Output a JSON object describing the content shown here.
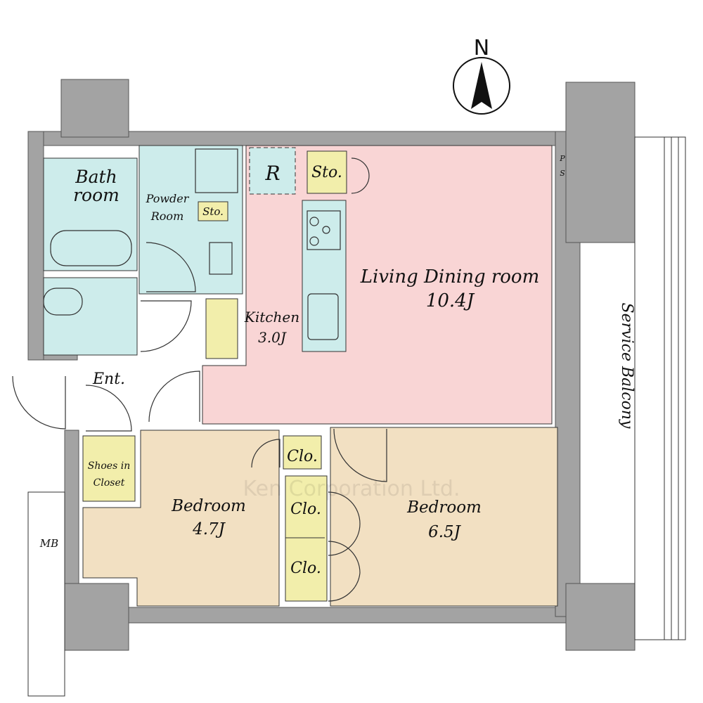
{
  "compass": {
    "north_label": "N"
  },
  "rooms": {
    "bath": {
      "line1": "Bath",
      "line2": "room"
    },
    "powder": {
      "line1": "Powder",
      "line2": "Room"
    },
    "powder_storage": "Sto.",
    "refrigerator": "R",
    "storage": "Sto.",
    "ps": {
      "line1": "P",
      "line2": "S"
    },
    "living": {
      "name": "Living Dining room",
      "size": "10.4J"
    },
    "kitchen": {
      "name": "Kitchen",
      "size": "3.0J"
    },
    "entrance": "Ent.",
    "shoes": {
      "line1": "Shoes in",
      "line2": "Closet"
    },
    "bedroom1": {
      "name": "Bedroom",
      "size": "4.7J"
    },
    "bedroom2": {
      "name": "Bedroom",
      "size": "6.5J"
    },
    "closet1": "Clo.",
    "closet2": "Clo.",
    "closet3": "Clo.",
    "mb": "MB",
    "balcony": "Service Balcony"
  },
  "watermark": "Ken Corporation Ltd.",
  "colors": {
    "wall": "#a3a3a3",
    "wet": "#cdeceb",
    "living": "#f9d5d5",
    "bedroom": "#f2e0c2",
    "storage": "#f2eeab"
  }
}
